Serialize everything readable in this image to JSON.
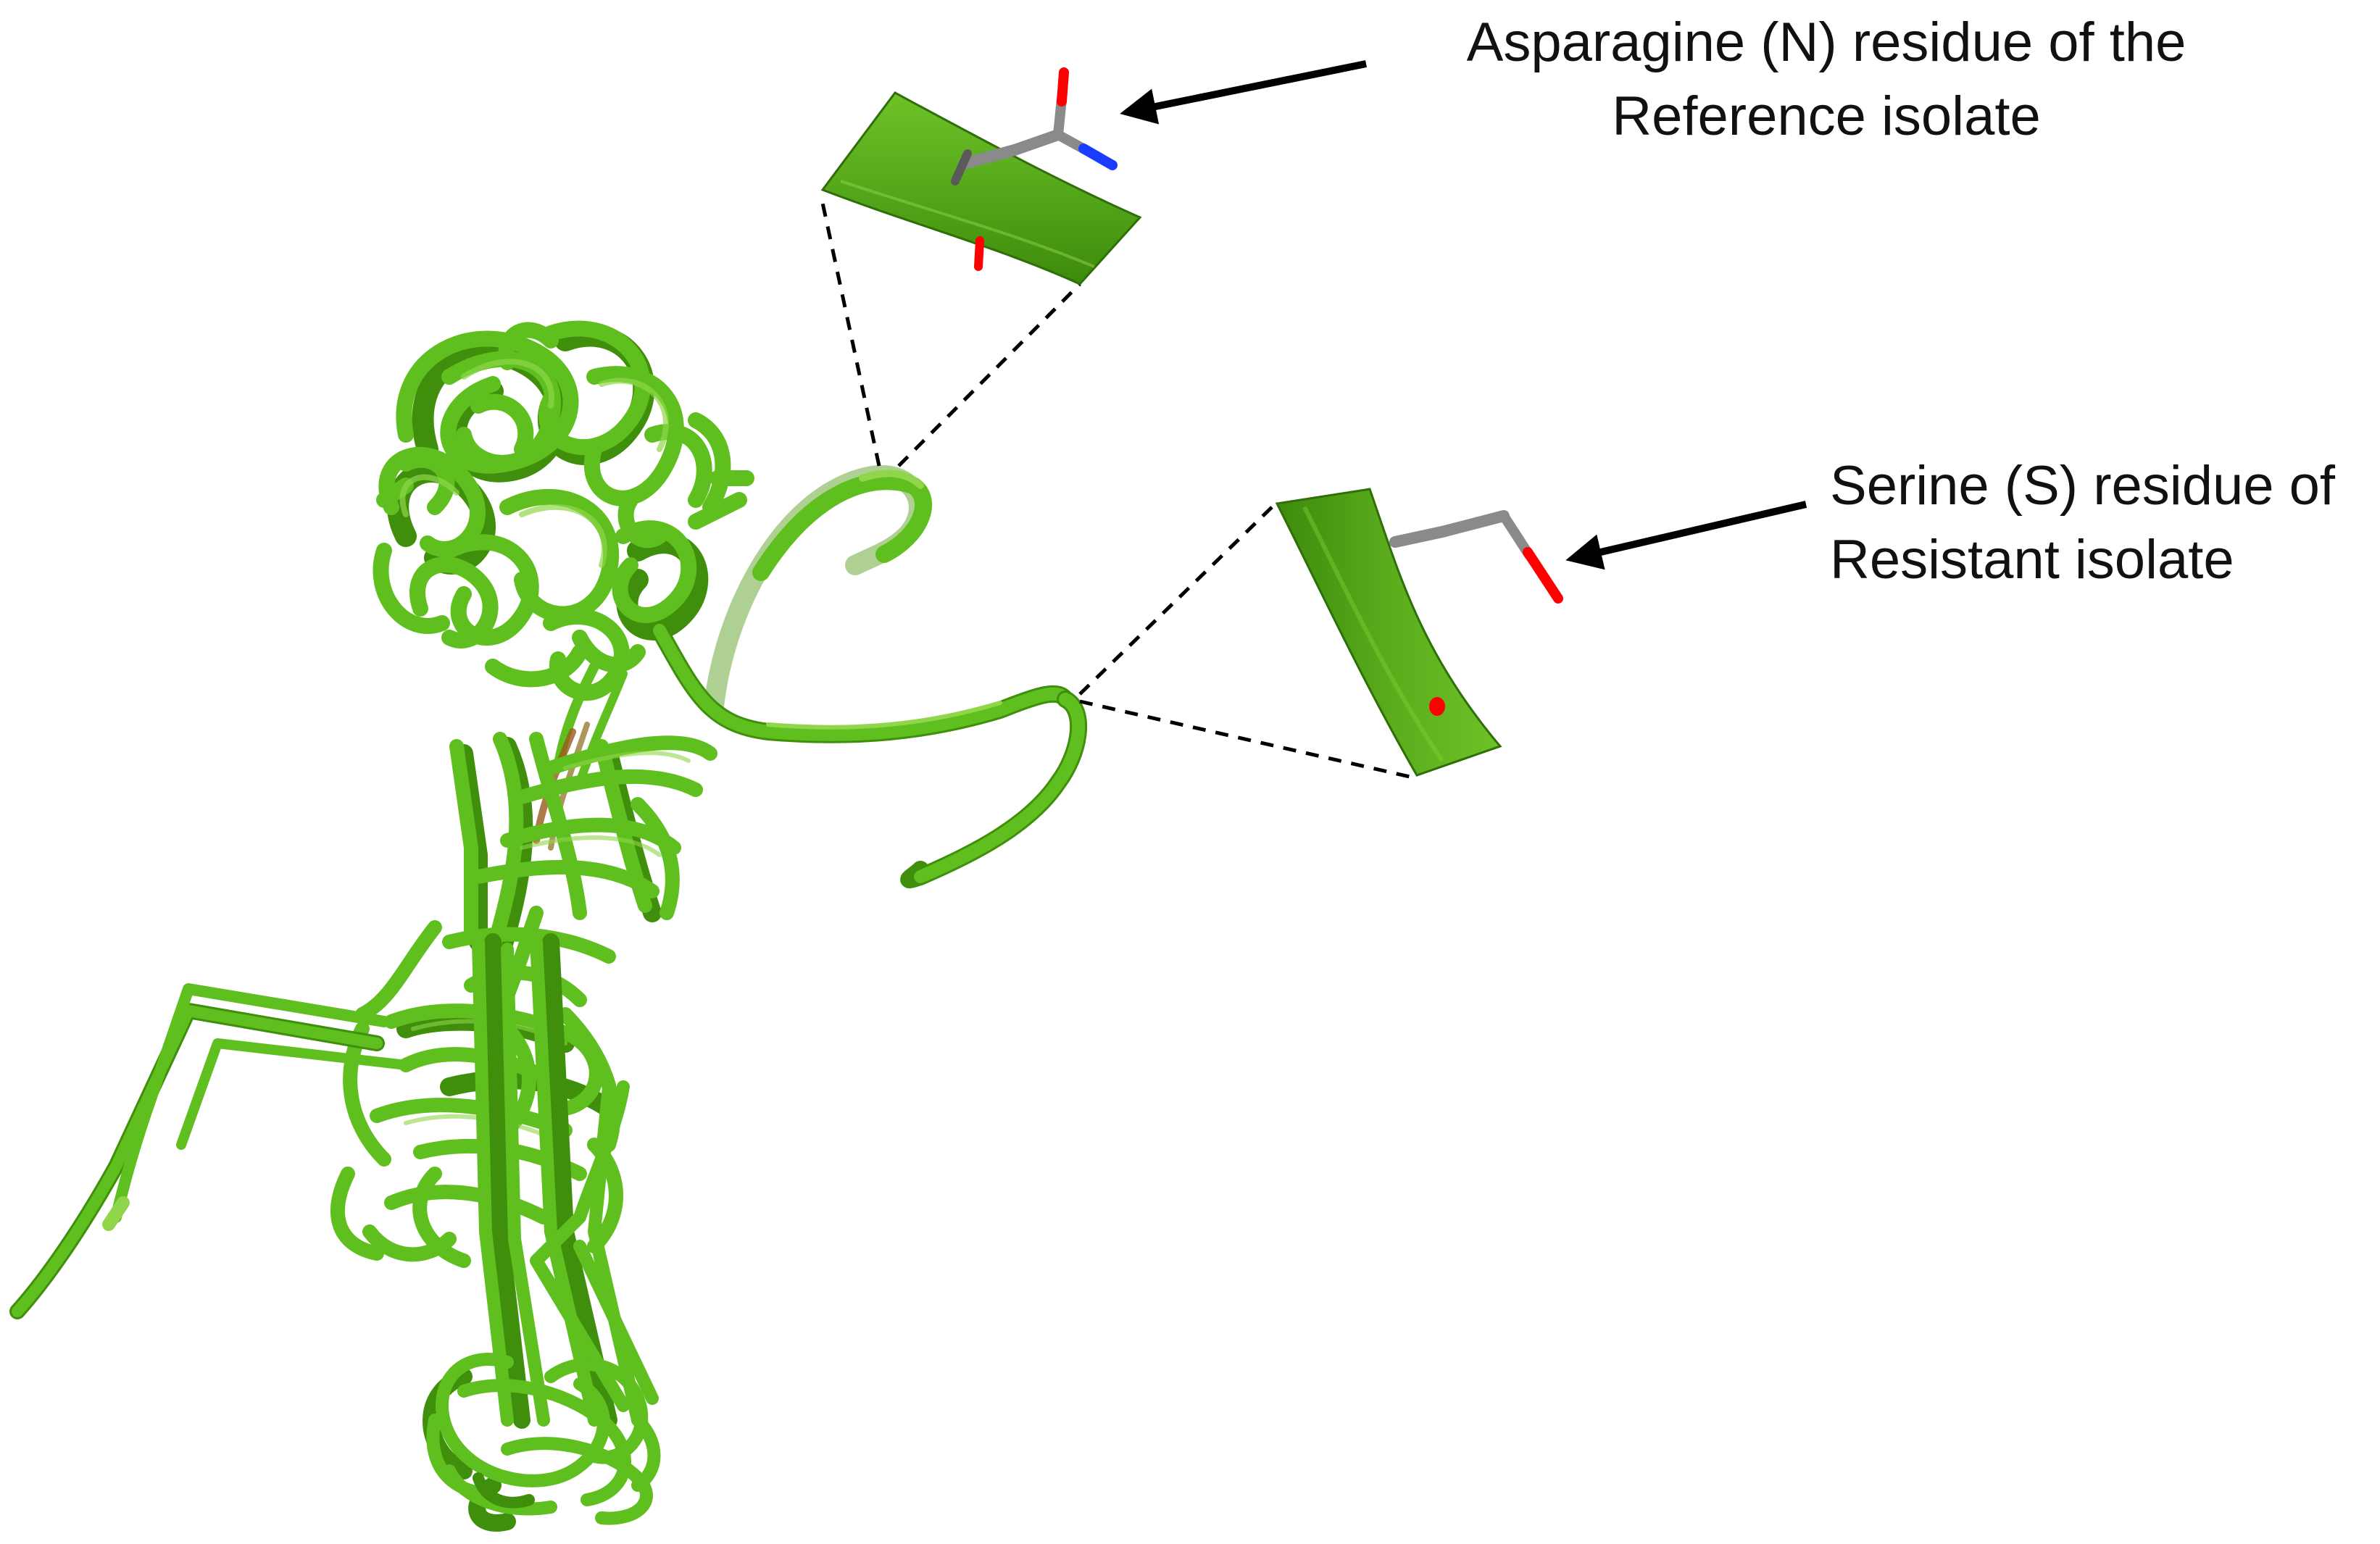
{
  "annotations": {
    "reference": {
      "line1": "Asparagine (N) residue of the",
      "line2": "Reference isolate"
    },
    "resistant": {
      "line1": "Serine (S) residue of",
      "line2": "Resistant isolate"
    }
  },
  "colors": {
    "ribbon": "#5fbf1f",
    "ribbon_dark": "#3f8f0c",
    "ribbon_light": "#8fd64a",
    "ribbon_zoom": "#4c9a14",
    "carbon": "#8a8a8a",
    "oxygen": "#ff0000",
    "nitrogen": "#1a3cff",
    "arrow": "#000000",
    "dashes": "#000000"
  }
}
